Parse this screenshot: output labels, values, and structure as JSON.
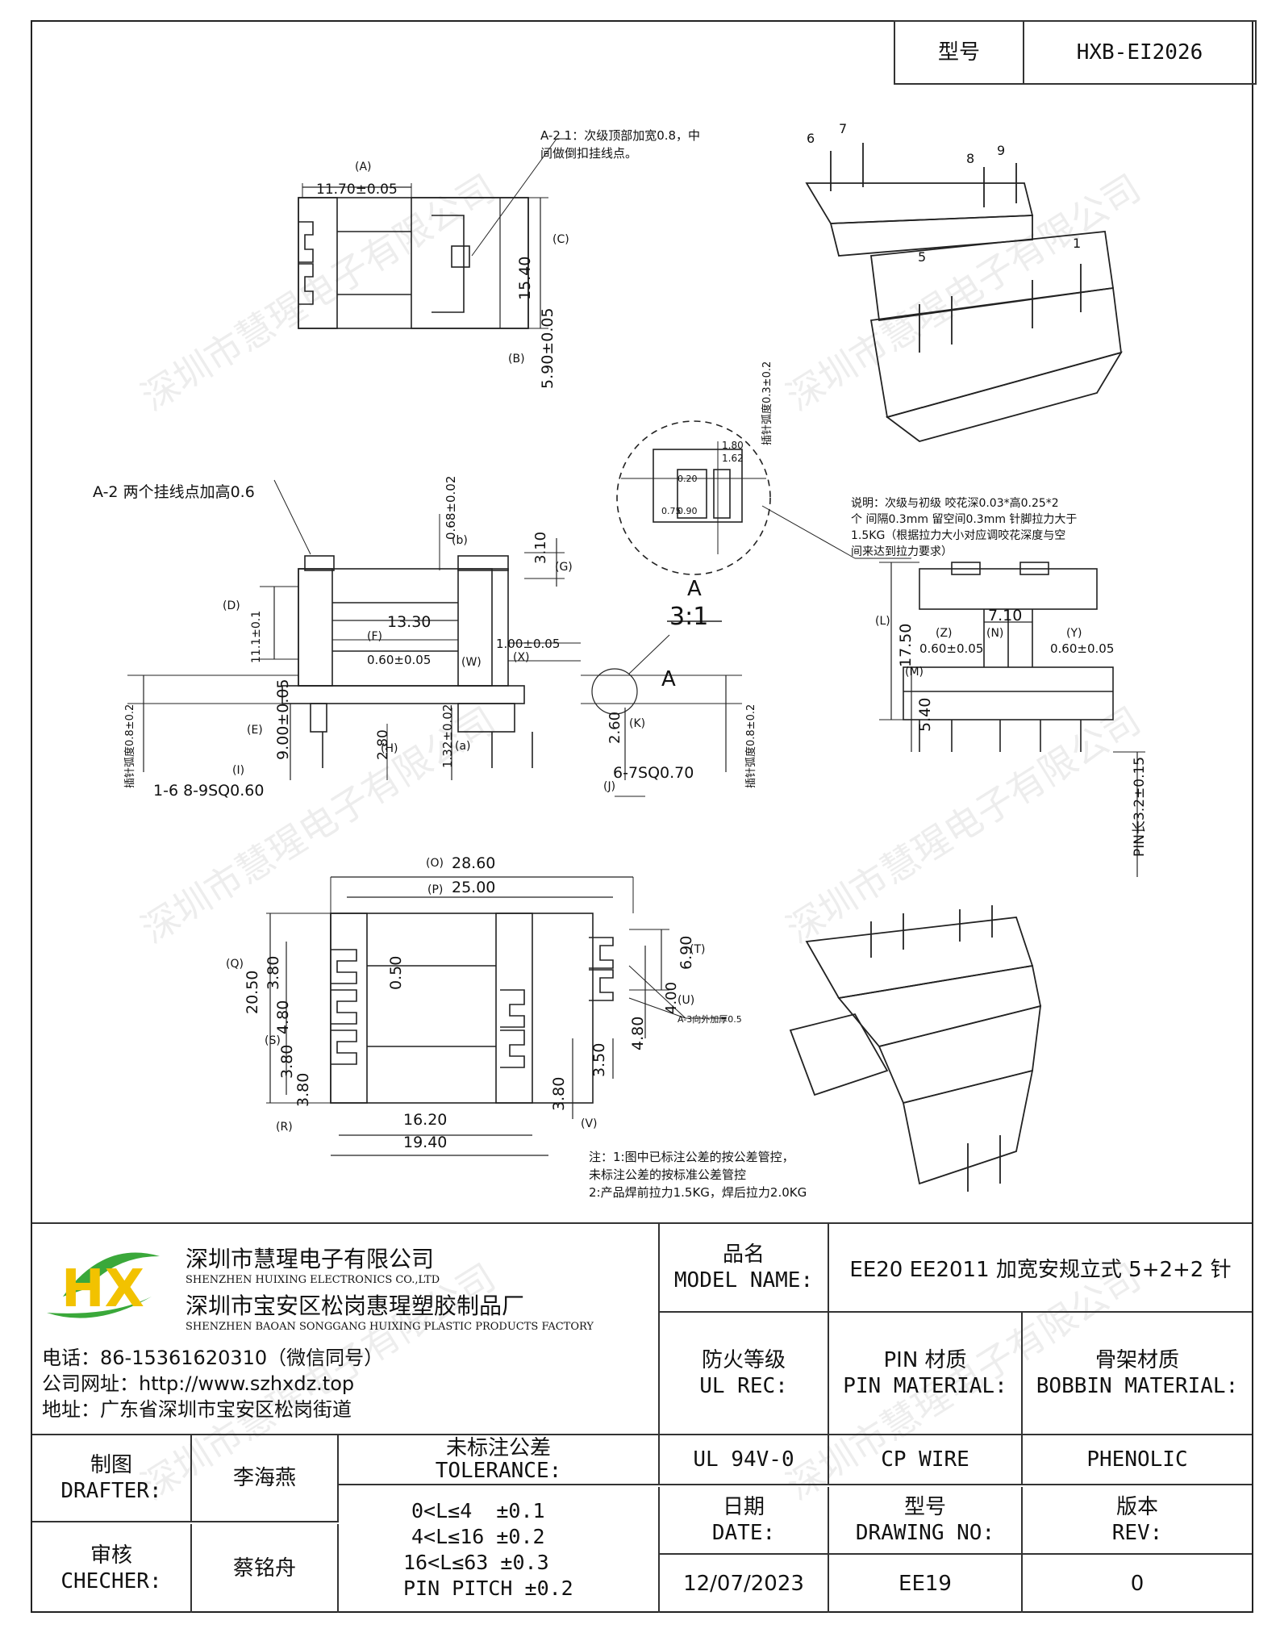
{
  "header": {
    "model_label": "型号",
    "model_value": "HXB-EI2026"
  },
  "notes": {
    "a2_top_1": "A-2 1：次级顶部加宽0.8，中",
    "a2_top_2": "间做倒扣挂线点。",
    "a2_left": "A-2 两个挂线点加高0.6",
    "desc_1": "说明：次级与初级 咬花深0.03*高0.25*2",
    "desc_2": "个 间隔0.3mm 留空间0.3mm 针脚拉力大于",
    "desc_3": "1.5KG（根据拉力大小对应调咬花深度与空",
    "desc_4": "间来达到拉力要求）",
    "scale_letter": "A",
    "scale_ratio": "3:1",
    "bottom_1": "注：1:图中已标注公差的按公差管控，",
    "bottom_2": "未标注公差的按标准公差管控",
    "bottom_3": "2:产品焊前拉力1.5KG，焊后拉力2.0KG",
    "a3": "A-3向外加厚0.5"
  },
  "dims": {
    "A": "(A)",
    "A_v": "11.70±0.05",
    "C": "(C)",
    "C_v": "15.40",
    "B": "(B)",
    "B_v": "5.90±0.05",
    "b": "(b)",
    "b_v": "0.68±0.02",
    "G": "(G)",
    "G_v": "3.10",
    "D": "(D)",
    "D_v": "11.1±0.1",
    "F": "(F)",
    "F_v": "13.30",
    "X": "(X)",
    "X_v": "1.00±0.05",
    "W": "(W)",
    "W_v": "0.60±0.05",
    "E": "(E)",
    "E_v": "9.00±0.05",
    "H": "(H)",
    "H_v": "2.80",
    "a": "(a)",
    "a_v": "1.32±0.02",
    "K": "(K)",
    "K_v": "2.60",
    "I": "(I)",
    "I_v": "1-6 8-9SQ0.60",
    "J": "(J)",
    "J_v": "6-7SQ0.70",
    "L": "(L)",
    "L_v": "17.50",
    "M": "(M)",
    "M_v": "5.40",
    "N": "(N)",
    "N_v": "7.10",
    "Z": "(Z)",
    "Z_v": "0.60±0.05",
    "Y": "(Y)",
    "Y_v": "0.60±0.05",
    "pin": "PIN长3.2±0.15",
    "side_l": "插针弧度0.8±0.2",
    "side_r": "插针弧度0.8±0.2",
    "top_r": "插针弧度0.3±0.2",
    "O": "(O)",
    "O_v": "28.60",
    "P": "(P)",
    "P_v": "25.00",
    "Q": "(Q)",
    "Q_v": "20.50",
    "S": "(S)",
    "R": "(R)",
    "T": "(T)",
    "T_v": "6.90",
    "U": "(U)",
    "U_v": "4.00",
    "V": "(V)",
    "v380": "3.80",
    "v480": "4.80",
    "v050": "0.50",
    "v350": "3.50",
    "v1620": "16.20",
    "v1940": "19.40",
    "d180": "1.80",
    "d162": "1.62",
    "d075": "0.75",
    "d090": "0.90",
    "d020": "0.20",
    "pins": [
      "6",
      "7",
      "8",
      "9",
      "5",
      "1"
    ]
  },
  "company": {
    "name1": "深圳市慧瑆电子有限公司",
    "name1_en": "SHENZHEN HUIXING ELECTRONICS CO.,LTD",
    "name2": "深圳市宝安区松岗惠瑆塑胶制品厂",
    "name2_en": "SHENZHEN BAOAN SONGGANG HUIXING PLASTIC PRODUCTS FACTORY",
    "phone": "电话：86-15361620310（微信同号）",
    "web": "公司网址：http://www.szhxdz.top",
    "addr": "地址：广东省深圳市宝安区松岗街道",
    "logo": "HX",
    "watermark": "深圳市慧瑆电子有限公司"
  },
  "table": {
    "model_name_cn": "品名",
    "model_name_en": "MODEL NAME:",
    "model_name_val": "EE20 EE2011 加宽安规立式 5+2+2 针",
    "ul_cn": "防火等级",
    "ul_en": "UL REC:",
    "pin_cn": "PIN 材质",
    "pin_en": "PIN MATERIAL:",
    "bob_cn": "骨架材质",
    "bob_en": "BOBBIN MATERIAL:",
    "ul_val": "UL 94V-0",
    "pin_val": "CP WIRE",
    "bob_val": "PHENOLIC",
    "drafter_cn": "制图",
    "drafter_en": "DRAFTER:",
    "drafter_val": "李海燕",
    "checker_cn": "审核",
    "checker_en": "CHECHER:",
    "checker_val": "蔡铭舟",
    "tol_cn": "未标注公差",
    "tol_en": "TOLERANCE:",
    "tol_1": "0<L≤4  ±0.1",
    "tol_2": "4<L≤16 ±0.2",
    "tol_3": "16<L≤63 ±0.3",
    "tol_4": "PIN PITCH ±0.2",
    "date_cn": "日期",
    "date_en": "DATE:",
    "dwg_cn": "型号",
    "dwg_en": "DRAWING NO:",
    "rev_cn": "版本",
    "rev_en": "REV:",
    "date_val": "12/07/2023",
    "dwg_val": "EE19",
    "rev_val": "0"
  },
  "colors": {
    "logo_green": "#3aa83a",
    "logo_yellow": "#f2c200",
    "line": "#222222"
  }
}
